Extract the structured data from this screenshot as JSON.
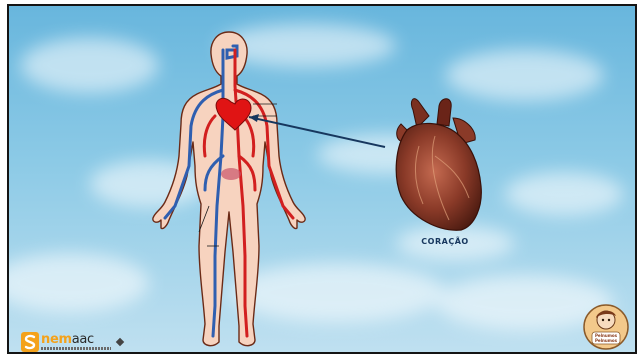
{
  "slide": {
    "caption": "CORAÇÃO",
    "background_color": "#8ccae6",
    "caption_color": "#17375e",
    "pointer_color": "#17375e"
  },
  "images": {
    "body": "human-circulatory-system",
    "heart": "human-heart",
    "logo_left": "snemaac-logo",
    "badge": "cartoon-badge"
  },
  "logo_left": {
    "letter": "S",
    "text_main": "nem",
    "text_accent": "aac"
  },
  "badge": {
    "line1": "Pelnumos",
    "line2": "Pelnumos"
  }
}
